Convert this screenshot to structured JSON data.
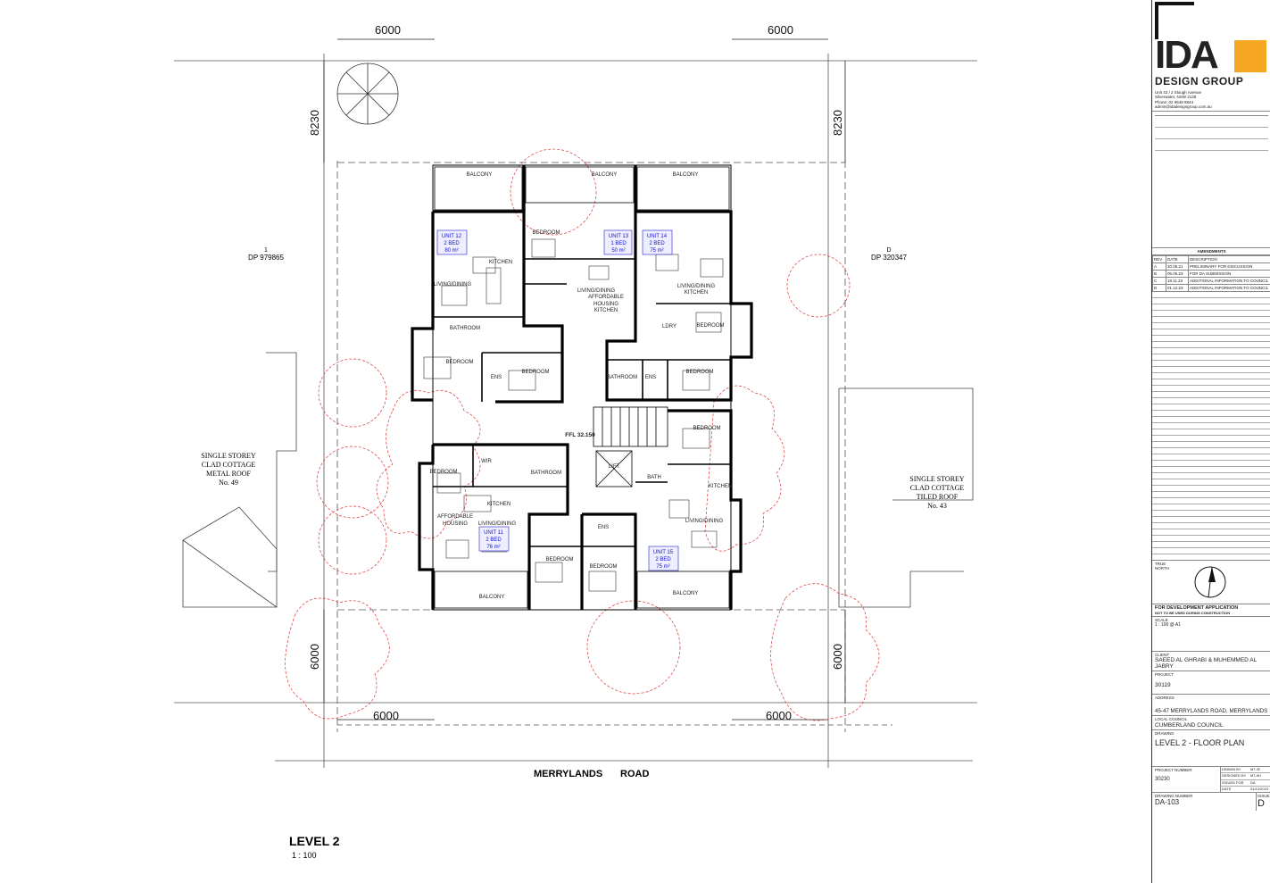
{
  "dims": {
    "top_left": "6000",
    "top_right": "6000",
    "left_upper": "8230",
    "right_upper": "8230",
    "left_lower": "6000",
    "right_lower": "6000",
    "bottom_left": "6000",
    "bottom_right": "6000"
  },
  "neighbours": {
    "left_lot": "1",
    "left_dp": "DP 979865",
    "right_lot": "D",
    "right_dp": "DP 320347",
    "left_house": [
      "SINGLE STOREY",
      "CLAD COTTAGE",
      "METAL ROOF",
      "No. 49"
    ],
    "right_house": [
      "SINGLE STOREY",
      "CLAD COTTAGE",
      "TILED ROOF",
      "No. 43"
    ]
  },
  "road": [
    "MERRYLANDS",
    "ROAD"
  ],
  "level_title": "LEVEL 2",
  "level_scale": "1 : 100",
  "units": [
    {
      "name": "UNIT 12",
      "bed": "2 BED",
      "area": "80 m²"
    },
    {
      "name": "UNIT 13",
      "bed": "1 BED",
      "area": "50 m²"
    },
    {
      "name": "UNIT 14",
      "bed": "2 BED",
      "area": "75 m²"
    },
    {
      "name": "UNIT 11",
      "bed": "2 BED",
      "area": "76 m²"
    },
    {
      "name": "UNIT 15",
      "bed": "2 BED",
      "area": "75 m²"
    }
  ],
  "rooms": {
    "balcony": "BALCONY",
    "bedroom": "BEDROOM",
    "living": "LIVING/DINING",
    "kitchen": "KITCHEN",
    "bathroom": "BATHROOM",
    "ens": "ENS",
    "lift": "LIFT",
    "ldry": "LDRY",
    "wir": "WIR",
    "bath": "BATH",
    "affordable": "AFFORDABLE",
    "housing": "HOUSING",
    "ffl": "FFL 32.150"
  },
  "titleblock": {
    "logo_text": "IDA",
    "logo_sub": "DESIGN GROUP",
    "address_line": "Unit 43 / 2 Slough Avenue",
    "suburb": "Silverwater, NSW 2128",
    "phone": "Phone: 02 9648 8844",
    "email": "admin@idadesigngroup.com.au",
    "amendments_title": "AMENDMENTS",
    "amend_head": [
      "REV",
      "DATE",
      "DESCRIPTION"
    ],
    "amendments": [
      [
        "A",
        "30.05.21",
        "PRELIMINARY FOR DISCUSSION"
      ],
      [
        "B",
        "05.06.23",
        "FOR DA SUBMISSION"
      ],
      [
        "C",
        "18.11.23",
        "ADDITIONAL INFORMATION TO COUNCIL"
      ],
      [
        "D",
        "01.12.23",
        "ADDITIONAL INFORMATION TO COUNCIL"
      ]
    ],
    "north_label": [
      "TRUE",
      "NORTH"
    ],
    "status": "FOR DEVELOPMENT APPLICATION",
    "status_sub": "NOT TO BE USED DURING CONSTRUCTION",
    "scale_label": "SCALE",
    "scale": "1 : 100 @ A1",
    "client_label": "CLIENT",
    "client": "SAEED AL GHRABI & MUHEMMED AL JABRY",
    "project_label": "PROJECT",
    "project": "30119",
    "address_label": "ADDRESS",
    "address": "45-47 MERRYLANDS ROAD, MERRYLANDS",
    "council_label": "LOCAL COUNCIL",
    "council": "CUMBERLAND COUNCIL",
    "drawing_label": "DRAWING",
    "drawing": "LEVEL 2 - FLOOR PLAN",
    "project_no_label": "PROJECT NUMBER",
    "project_no": "30230",
    "drawn_by": "DRAWN BY",
    "drawn_val": "MT.JE",
    "designed_by": "DESIGNED BY",
    "designed_val": "MT.AH",
    "issued_for": "ISSUED FOR",
    "issued_val": "DA",
    "date_label": "DATE",
    "date_val": "01/12/2023",
    "issue_label": "ISSUE",
    "issue_val": "D",
    "drawing_no_label": "DRAWING NUMBER",
    "drawing_no": "DA-103"
  }
}
